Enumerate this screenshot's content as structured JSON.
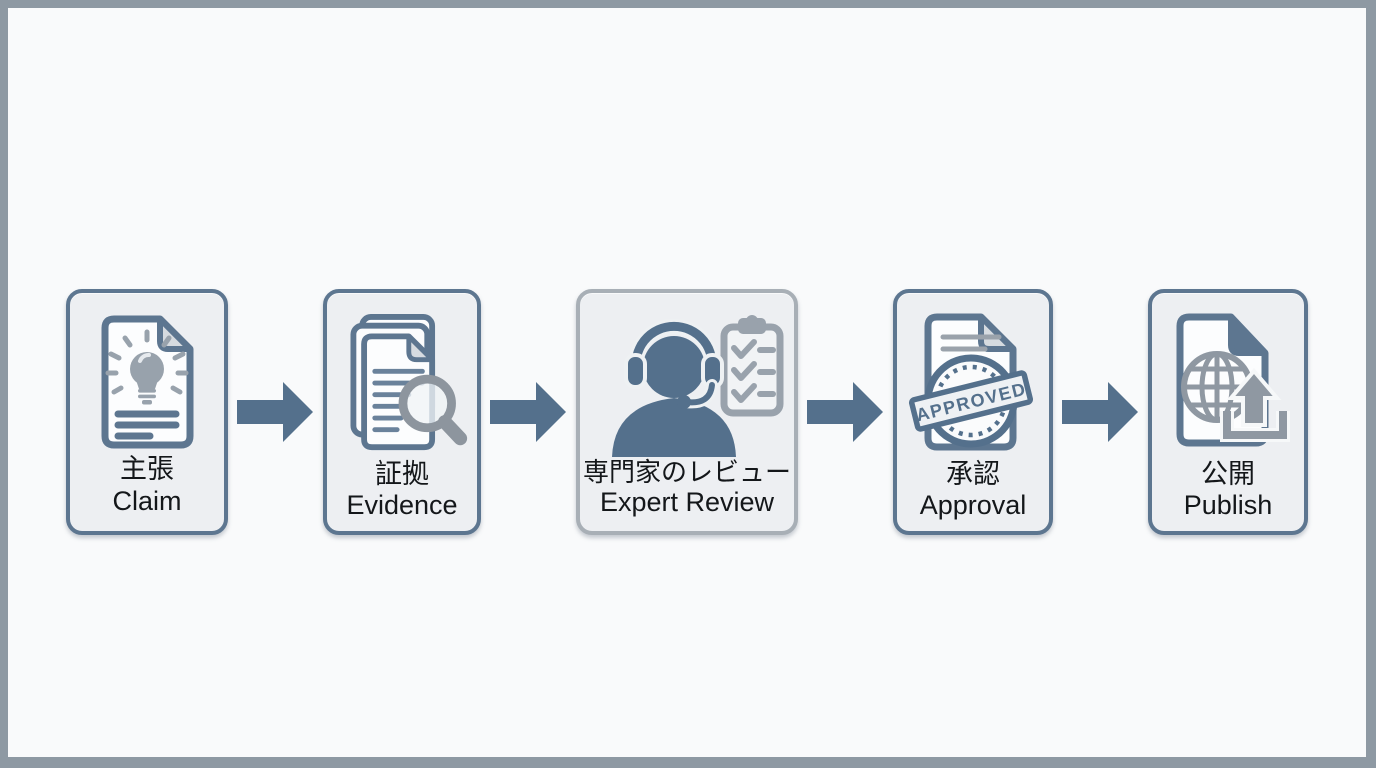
{
  "page": {
    "background": "#f9fafb",
    "frame_color": "#8e99a3",
    "type_label": "fact-check publication workflow diagram"
  },
  "flow": {
    "steps": [
      {
        "label_ja": "主張",
        "label_en": "Claim",
        "icon": "document-lightbulb-icon"
      },
      {
        "label_ja": "証拠",
        "label_en": "Evidence",
        "icon": "documents-magnifier-icon"
      },
      {
        "label_ja": "専門家のレビュー",
        "label_en": "Expert Review",
        "icon": "reviewer-headset-clipboard-icon"
      },
      {
        "label_ja": "承認",
        "label_en": "Approval",
        "icon": "document-approved-stamp-icon",
        "stamp_text": "APPROVED"
      },
      {
        "label_ja": "公開",
        "label_en": "Publish",
        "icon": "document-globe-upload-icon"
      }
    ],
    "colors": {
      "accent_slate": "#54708c",
      "box_border": "#5d7690",
      "review_box_border": "#a8afb6",
      "box_fill": "#edeff2",
      "icon_gray": "#98a1ab",
      "arrow": "#54708c",
      "text": "#14171a"
    }
  }
}
